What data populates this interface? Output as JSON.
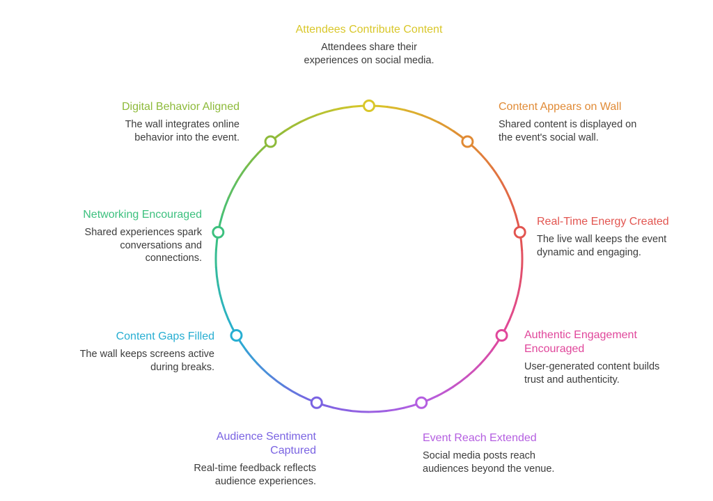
{
  "steps": [
    {
      "title": "Attendees Contribute Content",
      "desc": "Attendees share their experiences on social media.",
      "color": "#D9C72A"
    },
    {
      "title": "Content Appears on Wall",
      "desc": "Shared content is displayed on the event's social wall.",
      "color": "#E08A35"
    },
    {
      "title": "Real-Time Energy Created",
      "desc": "The live wall keeps the event dynamic and engaging.",
      "color": "#E25550"
    },
    {
      "title": "Authentic Engagement Encouraged",
      "desc": "User-generated content builds trust and authenticity.",
      "color": "#E0479B"
    },
    {
      "title": "Event Reach Extended",
      "desc": "Social media posts reach audiences beyond the venue.",
      "color": "#B45EE0"
    },
    {
      "title": "Audience Sentiment Captured",
      "desc": "Real-time feedback reflects audience experiences.",
      "color": "#7A63E2"
    },
    {
      "title": "Content Gaps Filled",
      "desc": "The wall keeps screens active during breaks.",
      "color": "#27AED2"
    },
    {
      "title": "Networking Encouraged",
      "desc": "Shared experiences spark conversations and connections.",
      "color": "#3CC07E"
    },
    {
      "title": "Digital Behavior Aligned",
      "desc": "The wall integrates online behavior into the event.",
      "color": "#8DBA3A"
    }
  ]
}
